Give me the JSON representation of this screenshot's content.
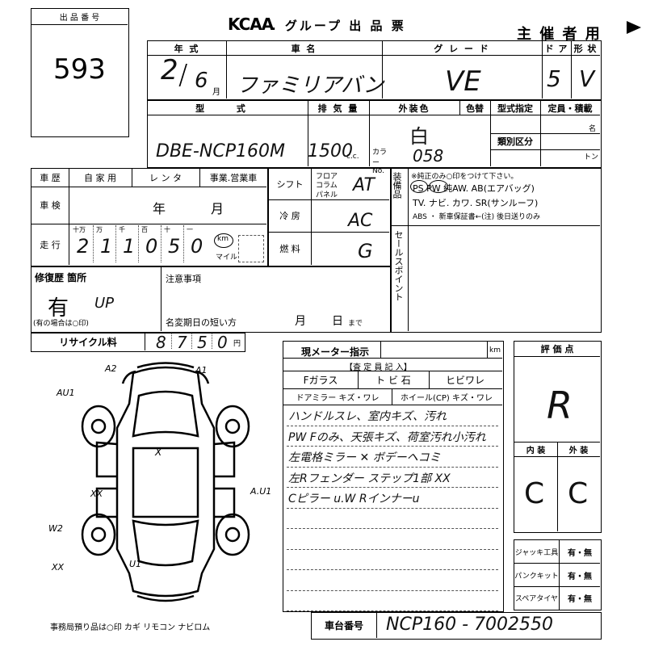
{
  "lot_box": {
    "label": "出 品 番 号",
    "number": "593"
  },
  "header": {
    "brand": "KCAA",
    "title": ". グループ 出 品 票",
    "organizer": "主 催 者 用"
  },
  "row1": {
    "labels": {
      "year": "年 式",
      "name": "車 名",
      "grade": "グ レ ー ド",
      "doors": "ド ア",
      "shape": "形 状"
    },
    "values": {
      "year": "2",
      "month": "6",
      "month_unit": "月",
      "name": "ファミリアバン",
      "grade": "VE",
      "doors": "5",
      "shape": "V"
    }
  },
  "row2": {
    "labels": {
      "model": "型 式",
      "displacement": "排 気 量",
      "exterior_color": "外装色",
      "color_change": "色替",
      "model_designation": "型式指定",
      "capacity": "定員・積載",
      "class": "類別区分",
      "persons": "名",
      "tons": "トン"
    },
    "values": {
      "model": "DBE-NCP160M",
      "displacement": "1500",
      "cc": "c.c.",
      "color": "白",
      "color_code_label": "カラー No.",
      "color_code": "058"
    }
  },
  "history": {
    "labels": {
      "history": "車 歴",
      "private": "自 家 用",
      "rental": "レ ン タ",
      "business": "事業.営業車",
      "inspection": "車 検",
      "year_unit": "年",
      "month_unit": "月",
      "mileage": "走 行",
      "km": "km",
      "mile": "マイル"
    },
    "digit_labels": [
      "十万",
      "万",
      "千",
      "百",
      "十",
      "一"
    ],
    "digits": [
      "2",
      "1",
      "1",
      "0",
      "5",
      "0"
    ]
  },
  "equipment_labels": {
    "shift": "シフト",
    "floor": "フロア",
    "column": "コラム",
    "panel": "パネル",
    "shift_value": "AT",
    "ac": "冷 房",
    "ac_value": "AC",
    "fuel": "燃 料",
    "fuel_value": "G",
    "equipment_vertical": "装備品",
    "sale_point_vertical": "セールスポイント",
    "equipment_note": "※純正のみ○印をつけて下さい。",
    "equipment_line1": "PS PW 純AW. AB(エアバッグ)",
    "equipment_line2": "TV. ナビ. カワ. SR(サンルーフ)",
    "equipment_line3": "ABS ・ 新車保証書←(注) 後日送りのみ"
  },
  "repair": {
    "label": "修復歴 箇所",
    "value": "有",
    "value_note": "UP",
    "note": "(有の場合は○印)",
    "cautions": "注意事項",
    "short_name_change": "名変期日の短い方",
    "month_unit": "月",
    "day_unit": "日",
    "until": "まで"
  },
  "recycle": {
    "label": "リサイクル料",
    "value": "8750",
    "unit": "円"
  },
  "inspector": {
    "meter": "現メーター指示",
    "km": "km",
    "fill_by": "【査 定 員 記 入】",
    "f_glass": "Fガラス",
    "chip": "ト ビ 石",
    "crack": "ヒビワレ",
    "door_mirror": "ドアミラー キズ・ワレ",
    "wheel": "ホイール(CP) キズ・ワレ",
    "notes": [
      "ハンドルスレ、室内キズ、汚れ",
      "PW Fのみ、天張キズ、荷室汚れ小汚れ",
      "左電格ミラー ✕ ボデーヘコミ",
      "左Rフェンダー ステップ1部 XX",
      "Cピラー u.W Rインナーu"
    ]
  },
  "evaluation": {
    "label": "評 価 点",
    "score": "R",
    "interior_label": "内 装",
    "exterior_label": "外 装",
    "interior": "C",
    "exterior": "C"
  },
  "tools": [
    {
      "label": "ジャッキ工具",
      "value": "有・無"
    },
    {
      "label": "パンクキット",
      "value": "有・無"
    },
    {
      "label": "スペアタイヤ",
      "value": "有・無"
    }
  ],
  "diagram_marks": {
    "a2": "A2",
    "a1_top": "A1",
    "au1": "AU1",
    "xx_left": "XX",
    "x_body": "X",
    "au1_right": "A.U1",
    "w2": "W2",
    "xx_bottom": "XX",
    "u1": "U1"
  },
  "footer": {
    "office_note": "事務局預り品は○印 カギ リモコン ナビロム",
    "chassis_label": "車台番号",
    "chassis": "NCP160 - 7002550"
  }
}
